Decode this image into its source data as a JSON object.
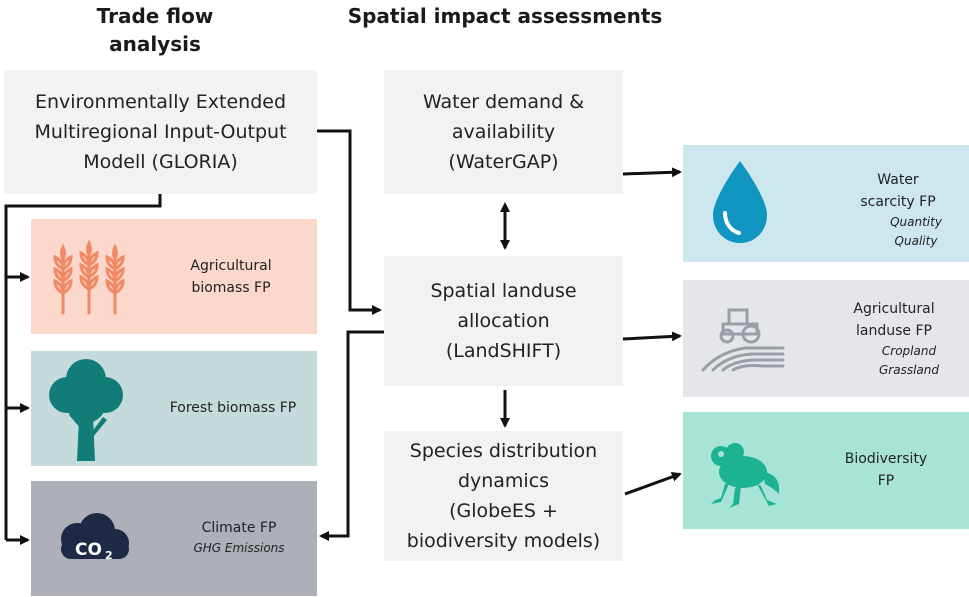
{
  "headings": {
    "trade_flow_line1": "Trade flow",
    "trade_flow_line2": "analysis",
    "spatial": "Spatial impact assessments"
  },
  "gloria": {
    "lines": [
      "Environmentally Extended",
      "Multiregional Input-Output",
      "Modell (GLORIA)"
    ]
  },
  "trade_fps": {
    "agricultural": {
      "title_lines": [
        "Agricultural",
        "biomass FP"
      ],
      "icon": "wheat-icon",
      "color": "#fcd7cc"
    },
    "forest": {
      "title": "Forest biomass FP",
      "icon": "tree-icon",
      "color": "#c5dbdb"
    },
    "climate": {
      "title": "Climate FP",
      "subtitle": "GHG Emissions",
      "icon": "co2-cloud-icon",
      "icon_text": "CO",
      "icon_sub": "2",
      "color": "#aeb0b9"
    }
  },
  "spatial_models": {
    "water": {
      "lines": [
        "Water demand &",
        "availability",
        "(WaterGAP)"
      ]
    },
    "landuse": {
      "lines": [
        "Spatial landuse",
        "allocation",
        "(LandSHIFT)"
      ]
    },
    "species": {
      "lines": [
        "Species distribution",
        "dynamics",
        "(GlobeES +",
        "biodiversity models)"
      ]
    }
  },
  "spatial_fps": {
    "water": {
      "title_lines": [
        "Water",
        "scarcity FP"
      ],
      "sub_lines": [
        "Quantity",
        "Quality"
      ],
      "icon": "water-drop-icon",
      "color": "#cde7ee"
    },
    "landuse": {
      "title_lines": [
        "Agricultural",
        "landuse FP"
      ],
      "sub_lines": [
        "Cropland",
        "Grassland"
      ],
      "icon": "tractor-field-icon",
      "color": "#e4e6ea"
    },
    "biodiversity": {
      "title_lines": [
        "Biodiversity",
        "FP"
      ],
      "icon": "frog-icon",
      "color": "#a8e4d6"
    }
  },
  "colors": {
    "main_box": "#f2f2f2",
    "arrow": "#111111",
    "wheat": "#f08a66",
    "tree": "#127c78",
    "co2_cloud": "#1e2a45",
    "water_drop": "#0f95c0",
    "tractor": "#9a9ea6",
    "frog": "#1bb392"
  }
}
